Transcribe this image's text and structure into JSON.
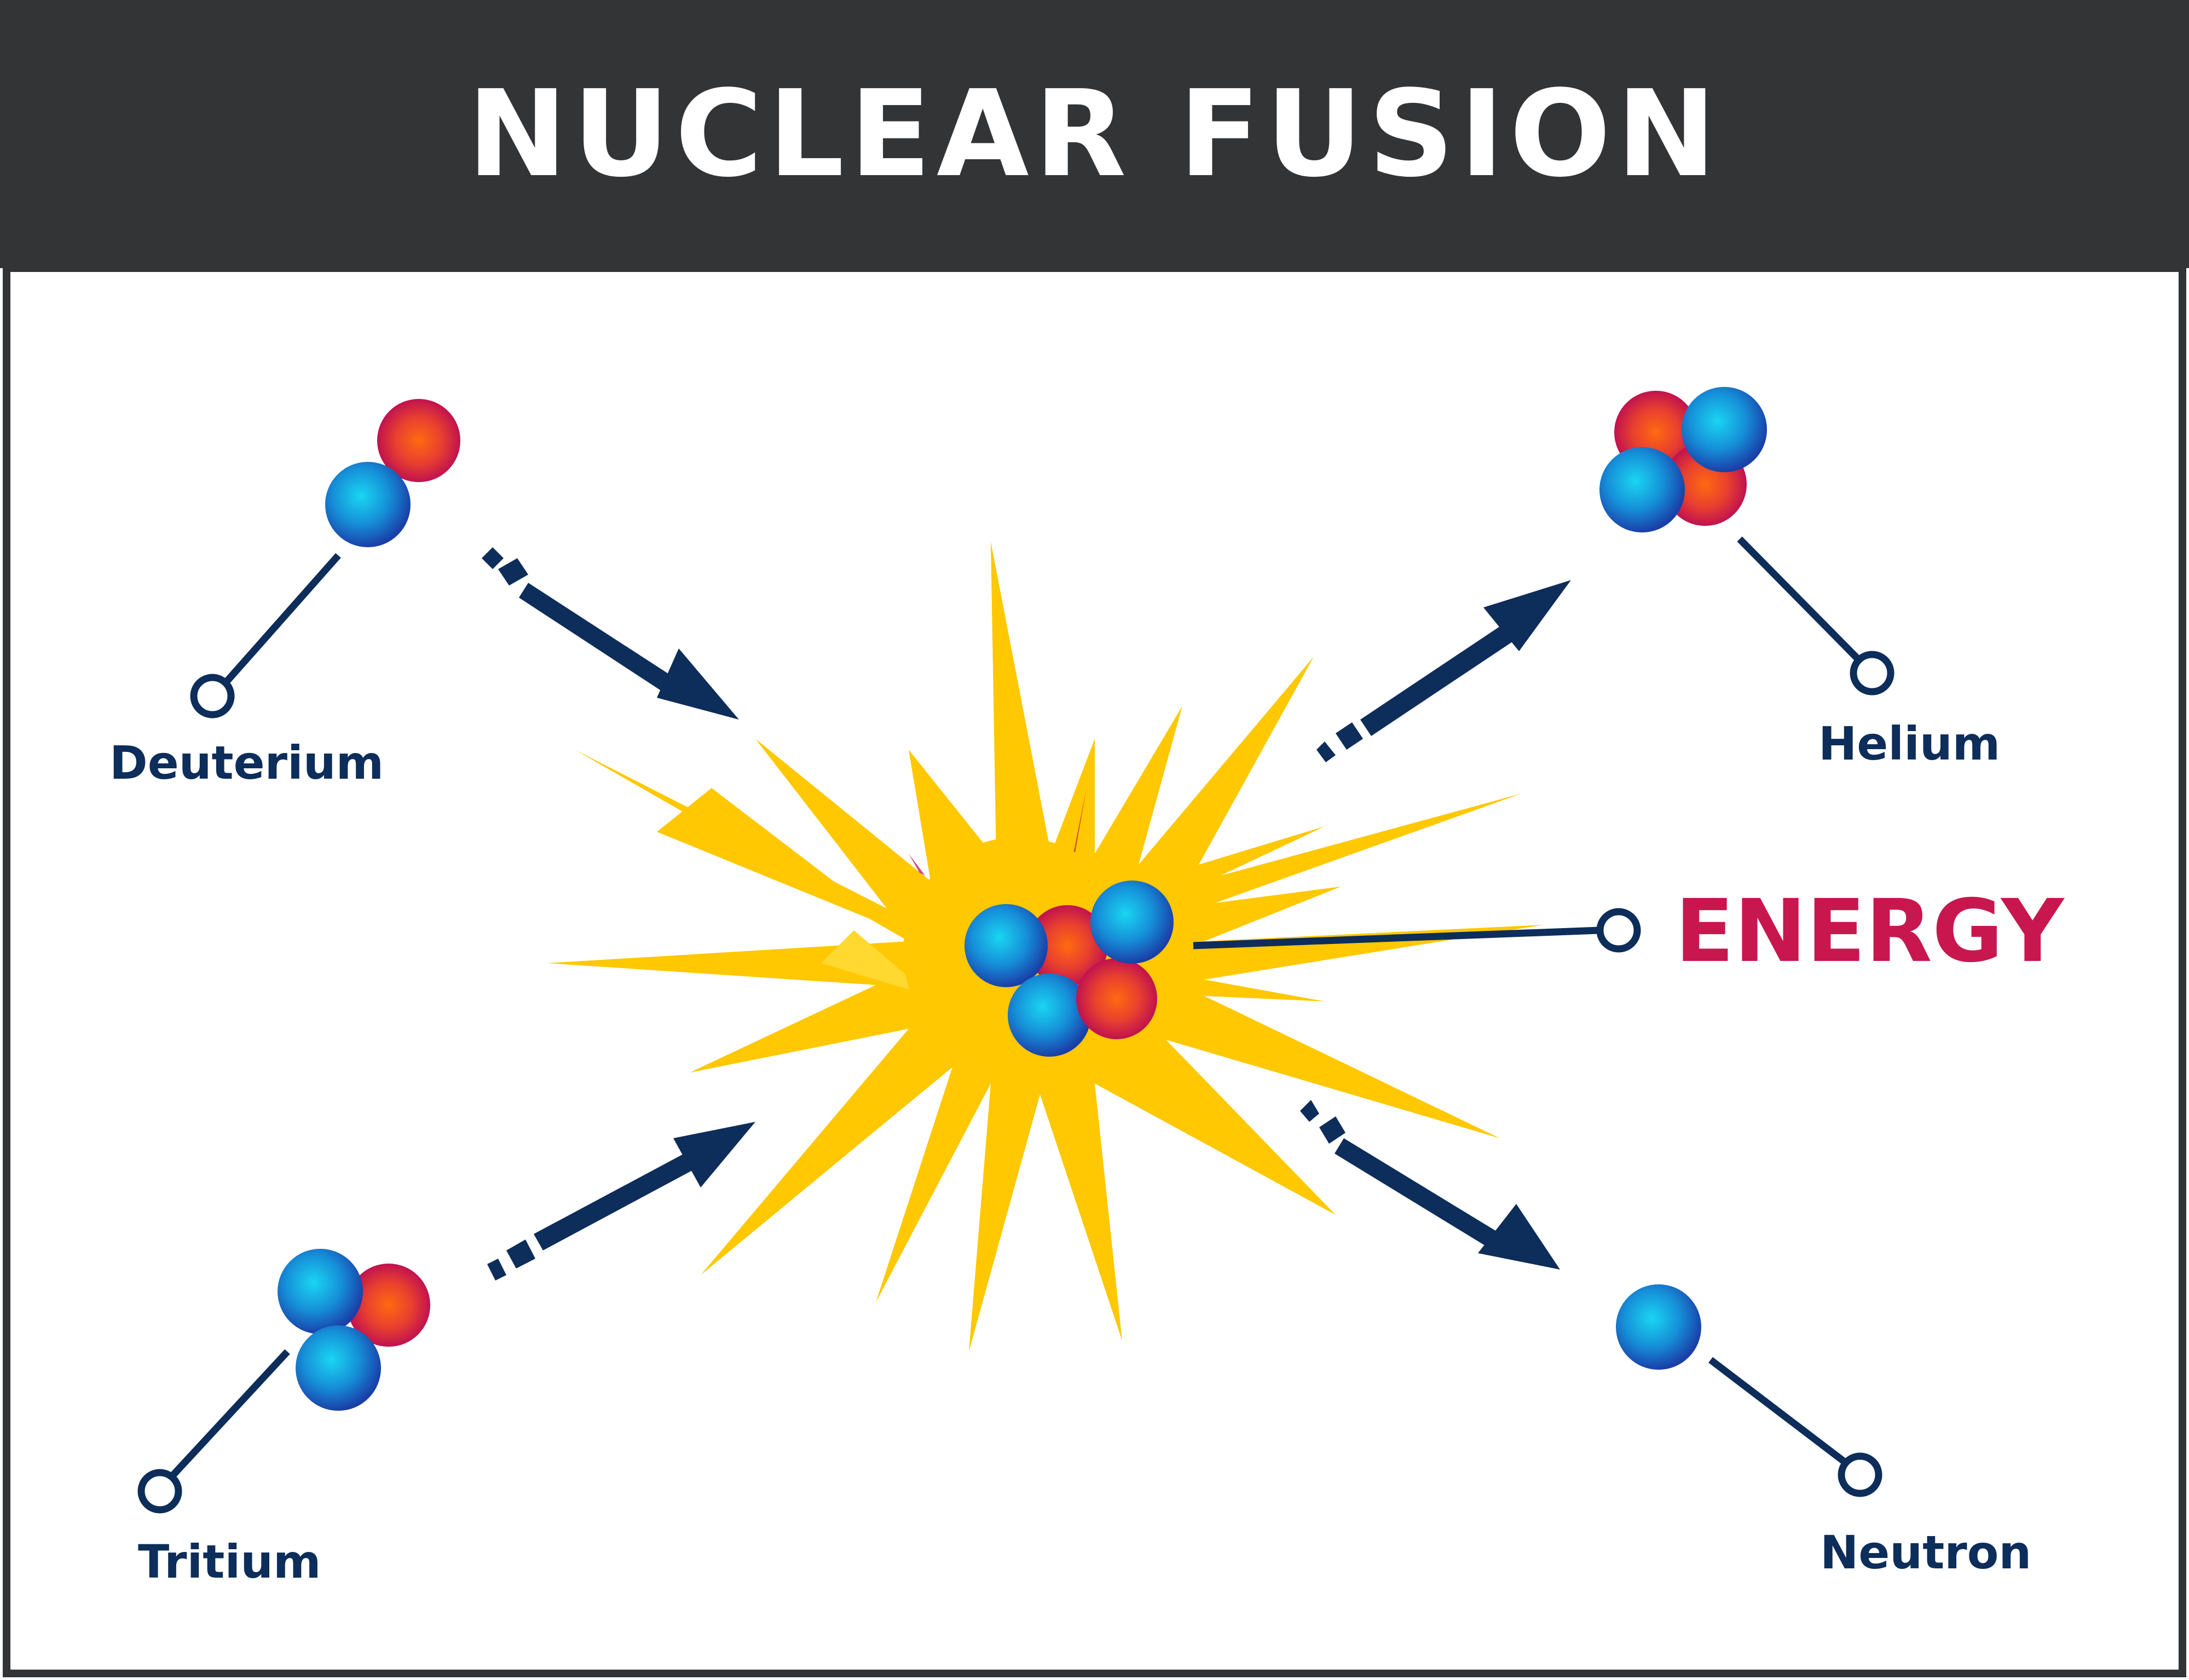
{
  "title": "NUCLEAR FUSION",
  "labels": {
    "deuterium": "Deuterium",
    "tritium": "Tritium",
    "helium": "Helium",
    "neutron": "Neutron",
    "energy": "ENERGY"
  },
  "colors": {
    "title_bar": "#333436",
    "title_text": "#ffffff",
    "label_text": "#0d2d5a",
    "energy_text": "#c8174f",
    "arrow": "#0d2d5a",
    "explosion": "#ffc800",
    "proton": "#d41f4f",
    "neutron": "#1b8fd6"
  }
}
